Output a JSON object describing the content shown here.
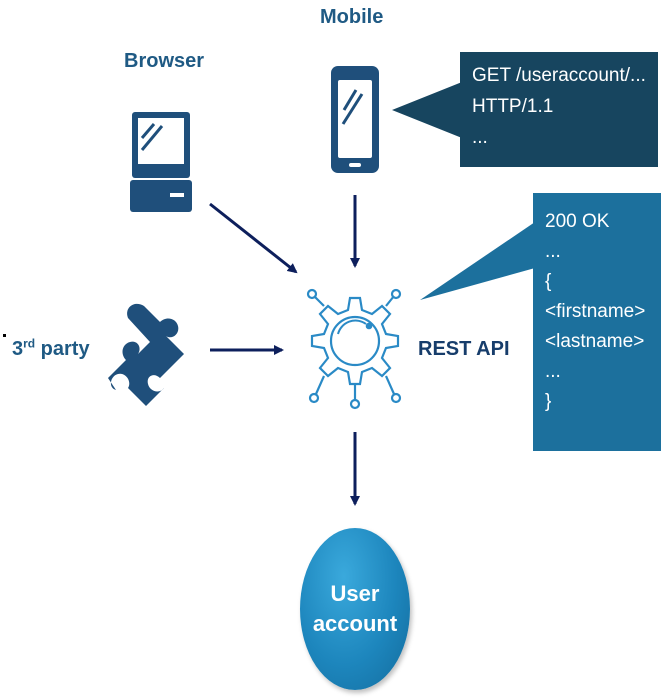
{
  "labels": {
    "mobile": "Mobile",
    "browser": "Browser",
    "rest_api": "REST API",
    "third_party_prefix": "3",
    "third_party_sup": "rd",
    "third_party_suffix": " party"
  },
  "request_bubble": {
    "lines": [
      "GET /useraccount/...",
      "HTTP/1.1",
      "..."
    ]
  },
  "response_bubble": {
    "lines": [
      "200 OK",
      "...",
      "{",
      "<firstname>",
      "<lastname>",
      "...",
      "}"
    ]
  },
  "user_account": {
    "line1": "User",
    "line2": "account"
  },
  "icons": {
    "mobile": "smartphone-icon",
    "browser": "desktop-computer-icon",
    "third_party": "puzzle-piece-icon",
    "rest_api": "gear-network-icon"
  },
  "colors": {
    "icon_blue": "#1f4f7b",
    "arrow_navy": "#0d1f5c",
    "gear_blue": "#2a8ac6",
    "request_bg": "#17455f",
    "response_bg": "#1c709d",
    "label_blue": "#1f5a84"
  }
}
